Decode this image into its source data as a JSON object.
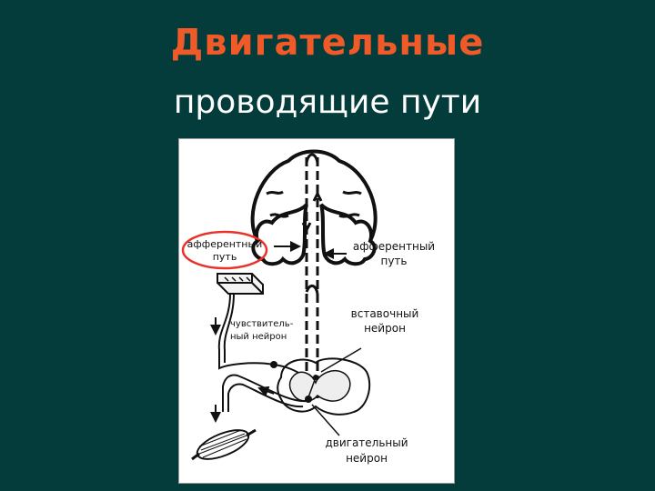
{
  "slide": {
    "title": "Двигательные",
    "subtitle": "проводящие пути"
  },
  "diagram": {
    "labels": {
      "afferent_left_1": "афферентный",
      "afferent_left_2": "путь",
      "afferent_right_1": "афферентный",
      "afferent_right_2": "путь",
      "sensory_1": "чувствитель-",
      "sensory_2": "ный нейрон",
      "inter_1": "вставочный",
      "inter_2": "нейрон",
      "motor_1": "двигательный",
      "motor_2": "нейрон"
    },
    "highlight_color": "#e8322a"
  }
}
